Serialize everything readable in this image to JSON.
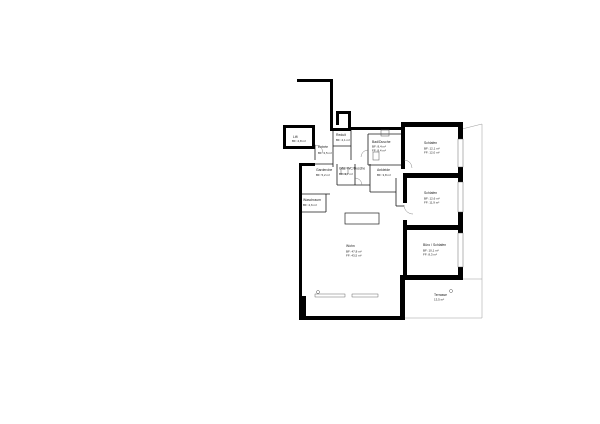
{
  "rooms": [
    {
      "id": "lift",
      "name": "Lift",
      "area": "BF: 2,8 m²"
    },
    {
      "id": "entree",
      "name": "Entrée",
      "area": "BF: 2,5 m²"
    },
    {
      "id": "reduit",
      "name": "Reduit",
      "area": "BF: 2,1 m²"
    },
    {
      "id": "bad",
      "name": "Bad/Dusche",
      "area1": "BF: 8,4 m²",
      "area2": "FF: 8,4 m²"
    },
    {
      "id": "schlafen1",
      "name": "Schlafen",
      "area1": "BF: 12,1 m²",
      "area2": "FF: 12,0 m²"
    },
    {
      "id": "garderobe",
      "name": "Garderobe",
      "area": "BF: 5,2 m²"
    },
    {
      "id": "wc",
      "name": "Gäs. WC/Dusche",
      "area": "BF: 3,7 m²"
    },
    {
      "id": "ankleide",
      "name": "Ankleide",
      "area": "BF: 3,8 m²"
    },
    {
      "id": "schlafen2",
      "name": "Schlafen",
      "area1": "BF: 12,6 m²",
      "area2": "FF: 11,9 m²"
    },
    {
      "id": "waschraum",
      "name": "Waschraum",
      "area": "BF: 2,6 m²"
    },
    {
      "id": "wohn",
      "name": "Wohn",
      "area1": "BF: 47,8 m²",
      "area2": "FF: 43,5 m²"
    },
    {
      "id": "buero",
      "name": "Büro / Schlafen",
      "area1": "BF: 10,1 m²",
      "area2": "FF: 8,3 m²"
    },
    {
      "id": "terrasse",
      "name": "Terrasse",
      "area": "13,5 m²"
    }
  ]
}
